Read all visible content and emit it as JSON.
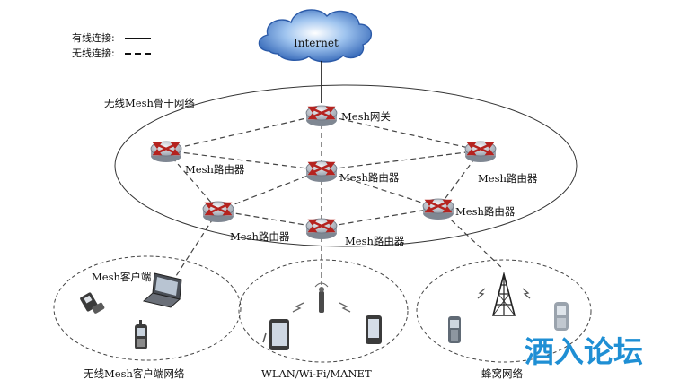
{
  "legend": {
    "wired": "有线连接:",
    "wireless": "无线连接:"
  },
  "cloud_label": "Internet",
  "backbone_label": "无线Mesh骨干网络",
  "nodes": {
    "gateway": "Mesh网关",
    "router_left": "Mesh路由器",
    "router_center": "Mesh路由器",
    "router_right": "Mesh路由器",
    "router_lower_left": "Mesh路由器",
    "router_lower_center": "Mesh路由器",
    "router_lower_right": "Mesh路由器"
  },
  "client_label": "Mesh客户端",
  "subnets": {
    "client_network": "无线Mesh客户端网络",
    "wlan_network": "WLAN/Wi-Fi/MANET",
    "cellular_network": "蜂窝网络"
  },
  "watermark": "酒入论坛",
  "colors": {
    "router_body": "#c9ced6",
    "router_arrow": "#b5231f",
    "cloud": "#3f78c9",
    "watermark": "#1f8fd4"
  }
}
